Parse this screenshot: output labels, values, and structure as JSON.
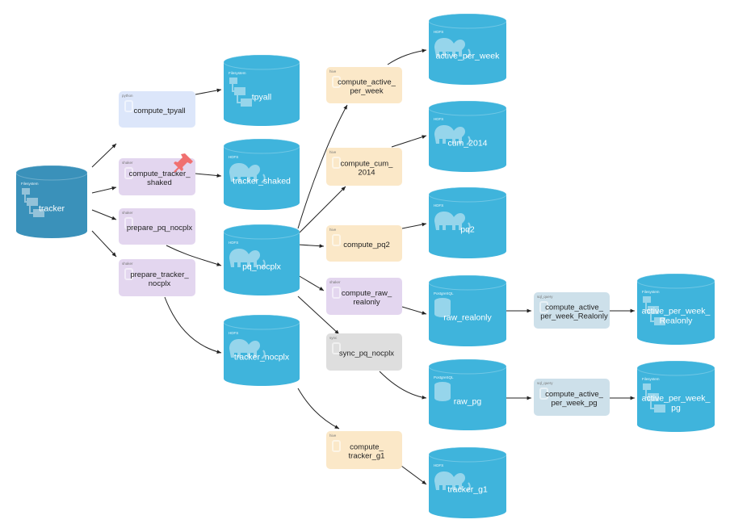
{
  "colors": {
    "dataset_hdfs": "#3fb4dc",
    "dataset_filesystem_source": "#3a91ba",
    "recipe_python": "#dce6fa",
    "recipe_shaker": "#e3d6ef",
    "recipe_hive": "#fbe8c8",
    "recipe_sync": "#dedede",
    "recipe_sql_query": "#cde0ea",
    "edge": "#222222",
    "pin": "#f07070"
  },
  "datasets": [
    {
      "id": "tracker",
      "label": "tracker",
      "type": "Filesystem",
      "icon": "filesystem-icon",
      "source": true
    },
    {
      "id": "tpyall",
      "label": "tpyall",
      "type": "Filesystem",
      "icon": "filesystem-icon"
    },
    {
      "id": "tracker_shaked",
      "label": "tracker_shaked",
      "type": "HDFS",
      "icon": "elephant-icon"
    },
    {
      "id": "pq_nocplx",
      "label": "pq_nocplx",
      "type": "HDFS",
      "icon": "elephant-icon"
    },
    {
      "id": "tracker_nocplx",
      "label": "tracker_nocplx",
      "type": "HDFS",
      "icon": "elephant-icon"
    },
    {
      "id": "active_per_week",
      "label": "active_per_week",
      "type": "HDFS",
      "icon": "elephant-icon"
    },
    {
      "id": "cum_2014",
      "label": "cum_2014",
      "type": "HDFS",
      "icon": "elephant-icon"
    },
    {
      "id": "pq2",
      "label": "pq2",
      "type": "HDFS",
      "icon": "elephant-icon"
    },
    {
      "id": "raw_realonly",
      "label": "raw_realonly",
      "type": "PostgreSQL",
      "icon": "database-icon"
    },
    {
      "id": "raw_pg",
      "label": "raw_pg",
      "type": "PostgreSQL",
      "icon": "database-icon"
    },
    {
      "id": "tracker_g1",
      "label": "tracker_g1",
      "type": "HDFS",
      "icon": "elephant-icon"
    },
    {
      "id": "active_per_week_Realonly",
      "label": "active_per_week_\nRealonly",
      "type": "Filesystem",
      "icon": "filesystem-icon"
    },
    {
      "id": "active_per_week_pg",
      "label": "active_per_week_\npg",
      "type": "Filesystem",
      "icon": "filesystem-icon"
    }
  ],
  "recipes": [
    {
      "id": "compute_tpyall",
      "label": "compute_tpyall",
      "type": "python",
      "style": "python",
      "icon": "python-icon"
    },
    {
      "id": "compute_tracker_shaked",
      "label": "compute_tracker_\nshaked",
      "type": "shaker",
      "style": "shaker",
      "icon": "shaker-icon",
      "pinned": true
    },
    {
      "id": "prepare_pq_nocplx",
      "label": "prepare_pq_nocplx",
      "type": "shaker",
      "style": "shaker",
      "icon": "shaker-icon"
    },
    {
      "id": "prepare_tracker_nocplx",
      "label": "prepare_tracker_\nnocplx",
      "type": "shaker",
      "style": "shaker",
      "icon": "shaker-icon"
    },
    {
      "id": "compute_active_per_week",
      "label": "compute_active_\nper_week",
      "type": "hive",
      "style": "hive",
      "icon": "hive-icon"
    },
    {
      "id": "compute_cum_2014",
      "label": "compute_cum_\n2014",
      "type": "hive",
      "style": "hive",
      "icon": "hive-icon"
    },
    {
      "id": "compute_pq2",
      "label": "compute_pq2",
      "type": "hive",
      "style": "hive",
      "icon": "hive-icon"
    },
    {
      "id": "compute_raw_realonly",
      "label": "compute_raw_\nrealonly",
      "type": "shaker",
      "style": "shaker",
      "icon": "shaker-icon"
    },
    {
      "id": "sync_pq_nocplx",
      "label": "sync_pq_nocplx",
      "type": "sync",
      "style": "sync",
      "icon": "sync-icon"
    },
    {
      "id": "compute_tracker_g1",
      "label": "compute_\ntracker_g1",
      "type": "hive",
      "style": "hive",
      "icon": "hive-icon"
    },
    {
      "id": "compute_active_per_week_Realonly",
      "label": "compute_active_\nper_week_Realonly",
      "type": "sql_query",
      "style": "sql_query",
      "icon": "sql-query-icon"
    },
    {
      "id": "compute_active_per_week_pg",
      "label": "compute_active_\nper_week_pg",
      "type": "sql_query",
      "style": "sql_query",
      "icon": "sql-query-icon"
    }
  ],
  "edges": [
    [
      "tracker",
      "compute_tpyall"
    ],
    [
      "tracker",
      "compute_tracker_shaked"
    ],
    [
      "tracker",
      "prepare_pq_nocplx"
    ],
    [
      "tracker",
      "prepare_tracker_nocplx"
    ],
    [
      "compute_tpyall",
      "tpyall"
    ],
    [
      "compute_tracker_shaked",
      "tracker_shaked"
    ],
    [
      "prepare_pq_nocplx",
      "pq_nocplx"
    ],
    [
      "prepare_tracker_nocplx",
      "tracker_nocplx"
    ],
    [
      "pq_nocplx",
      "compute_active_per_week"
    ],
    [
      "pq_nocplx",
      "compute_cum_2014"
    ],
    [
      "pq_nocplx",
      "compute_pq2"
    ],
    [
      "pq_nocplx",
      "compute_raw_realonly"
    ],
    [
      "pq_nocplx",
      "sync_pq_nocplx"
    ],
    [
      "compute_active_per_week",
      "active_per_week"
    ],
    [
      "compute_cum_2014",
      "cum_2014"
    ],
    [
      "compute_pq2",
      "pq2"
    ],
    [
      "compute_raw_realonly",
      "raw_realonly"
    ],
    [
      "sync_pq_nocplx",
      "raw_pg"
    ],
    [
      "tracker_nocplx",
      "compute_tracker_g1"
    ],
    [
      "compute_tracker_g1",
      "tracker_g1"
    ],
    [
      "raw_realonly",
      "compute_active_per_week_Realonly"
    ],
    [
      "compute_active_per_week_Realonly",
      "active_per_week_Realonly"
    ],
    [
      "raw_pg",
      "compute_active_per_week_pg"
    ],
    [
      "compute_active_per_week_pg",
      "active_per_week_pg"
    ]
  ]
}
